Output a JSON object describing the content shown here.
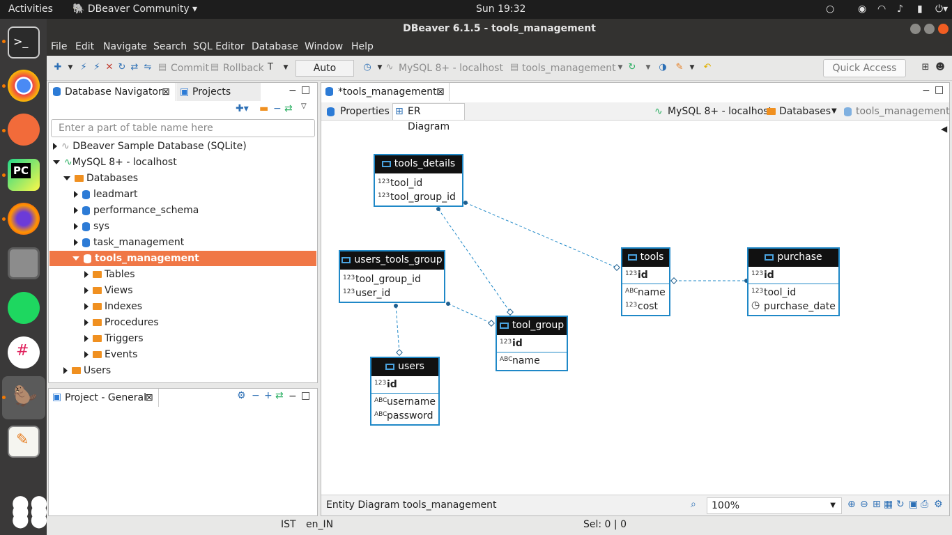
{
  "topbar": {
    "activities": "Activities",
    "app_menu": "DBeaver Community",
    "clock": "Sun 19:32"
  },
  "window": {
    "title": "DBeaver 6.1.5 - tools_management"
  },
  "menu": [
    "File",
    "Edit",
    "Navigate",
    "Search",
    "SQL Editor",
    "Database",
    "Window",
    "Help"
  ],
  "toolbar": {
    "commit": "Commit",
    "rollback": "Rollback",
    "transaction_mode": "Auto",
    "connection": "MySQL 8+ - localhost",
    "schema": "tools_management",
    "quick_access": "Quick Access"
  },
  "navigator": {
    "tab_label": "Database Navigator",
    "projects_tab": "Projects",
    "filter_placeholder": "Enter a part of table name here",
    "tree": [
      "DBeaver Sample Database (SQLite)",
      "MySQL 8+ - localhost",
      "Databases",
      "leadmart",
      "performance_schema",
      "sys",
      "task_management",
      "tools_management",
      "Tables",
      "Views",
      "Indexes",
      "Procedures",
      "Triggers",
      "Events",
      "Users"
    ]
  },
  "project_panel": {
    "tab_label": "Project - General"
  },
  "editor": {
    "tab_label": "*tools_management",
    "subtab_properties": "Properties",
    "subtab_er": "ER Diagram",
    "breadcrumb": {
      "connection": "MySQL 8+ - localhost",
      "databases": "Databases",
      "schema": "tools_management"
    },
    "footer_label": "Entity Diagram  tools_management",
    "zoom": "100%"
  },
  "entities": {
    "tools_details": {
      "name": "tools_details",
      "cols": [
        "tool_id",
        "tool_group_id"
      ]
    },
    "users_tools_group": {
      "name": "users_tools_group",
      "cols": [
        "tool_group_id",
        "user_id"
      ]
    },
    "users": {
      "name": "users",
      "pk": "id",
      "cols": [
        "username",
        "password"
      ]
    },
    "tool_group": {
      "name": "tool_group",
      "pk": "id",
      "cols": [
        "name"
      ]
    },
    "tools": {
      "name": "tools",
      "pk": "id",
      "cols": [
        "name",
        "cost"
      ]
    },
    "purchase": {
      "name": "purchase",
      "pk": "id",
      "cols": [
        "tool_id",
        "purchase_date"
      ]
    }
  },
  "statusbar": {
    "timezone": "IST",
    "locale": "en_IN",
    "selection": "Sel: 0 | 0"
  },
  "colors": {
    "selection": "#f07746",
    "entity_border": "#1f88c7",
    "entity_header": "#111111"
  }
}
